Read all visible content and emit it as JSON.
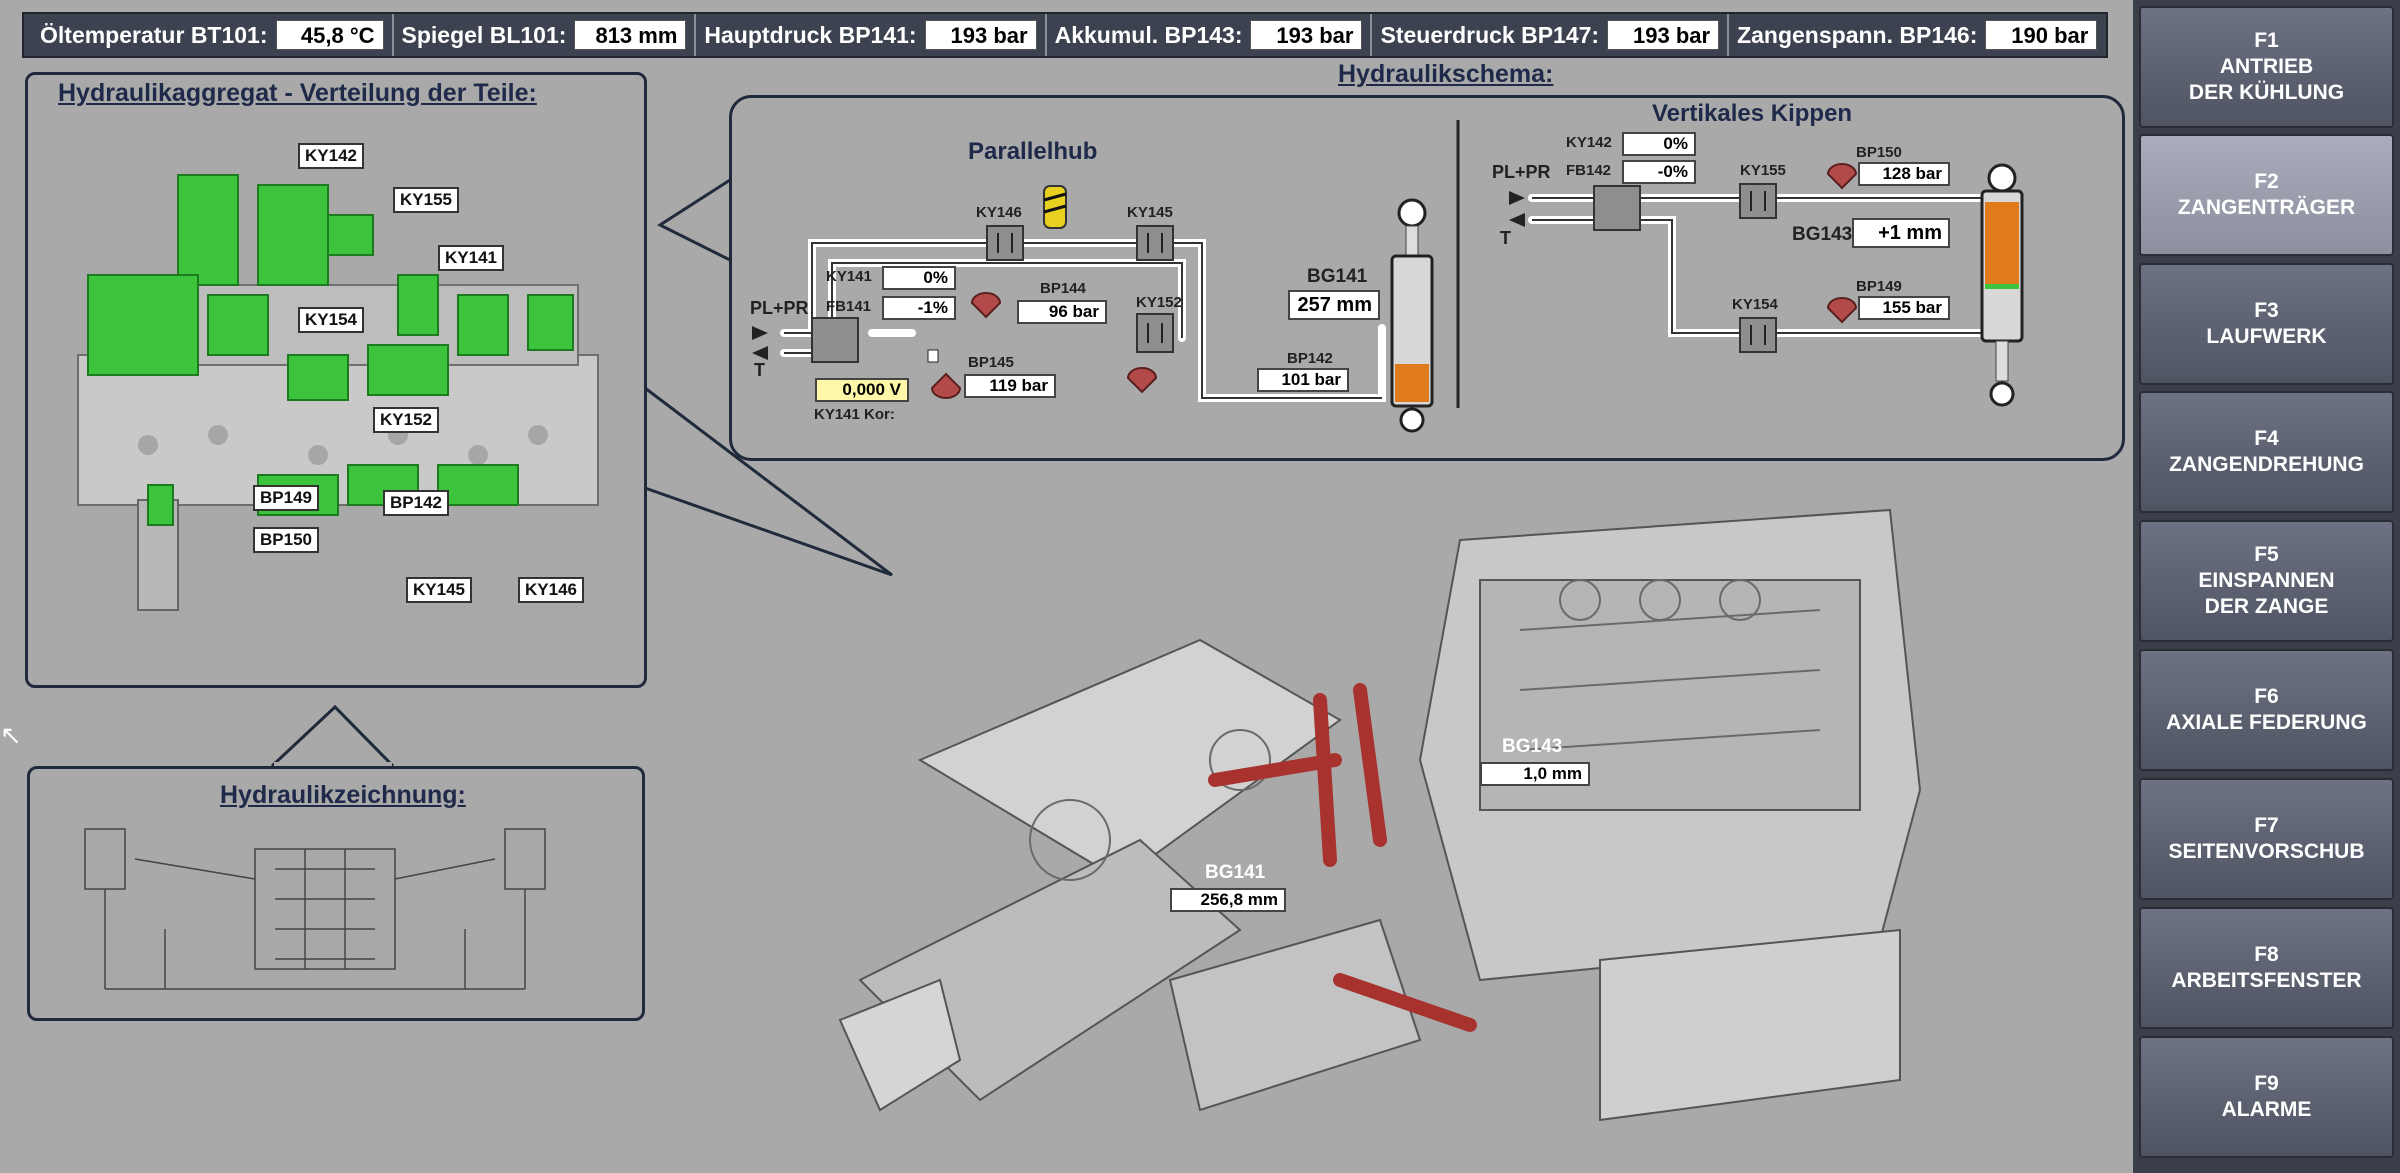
{
  "status_bar": [
    {
      "label": "Öltemperatur BT101:",
      "value": "45,8 °C"
    },
    {
      "label": "Spiegel BL101:",
      "value": "813 mm"
    },
    {
      "label": "Hauptdruck BP141:",
      "value": "193 bar"
    },
    {
      "label": "Akkumul. BP143:",
      "value": "193 bar"
    },
    {
      "label": "Steuerdruck BP147:",
      "value": "193 bar"
    },
    {
      "label": "Zangenspann. BP146:",
      "value": "190 bar"
    }
  ],
  "menu": [
    {
      "key": "F1",
      "line1": "ANTRIEB",
      "line2": "DER KÜHLUNG",
      "active": false
    },
    {
      "key": "F2",
      "line1": "ZANGENTRÄGER",
      "line2": "",
      "active": true
    },
    {
      "key": "F3",
      "line1": "LAUFWERK",
      "line2": "",
      "active": false
    },
    {
      "key": "F4",
      "line1": "ZANGENDREHUNG",
      "line2": "",
      "active": false
    },
    {
      "key": "F5",
      "line1": "EINSPANNEN",
      "line2": "DER ZANGE",
      "active": false
    },
    {
      "key": "F6",
      "line1": "AXIALE FEDERUNG",
      "line2": "",
      "active": false
    },
    {
      "key": "F7",
      "line1": "SEITENVORSCHUB",
      "line2": "",
      "active": false
    },
    {
      "key": "F8",
      "line1": "ARBEITSFENSTER",
      "line2": "",
      "active": false
    },
    {
      "key": "F9",
      "line1": "ALARME",
      "line2": "",
      "active": false
    }
  ],
  "aggregate": {
    "title": "Hydraulikaggregat - Verteilung der Teile:",
    "tags": {
      "ky142": "KY142",
      "ky155": "KY155",
      "ky141": "KY141",
      "ky154": "KY154",
      "ky152": "KY152",
      "bp149": "BP149",
      "bp142": "BP142",
      "bp150": "BP150",
      "ky145": "KY145",
      "ky146": "KY146"
    }
  },
  "drawing": {
    "title": "Hydraulikzeichnung:"
  },
  "schema": {
    "title": "Hydraulikschema:",
    "parallel": {
      "title": "Parallelhub",
      "ky146": "KY146",
      "ky145": "KY145",
      "ky141_label": "KY141",
      "ky141_value": "0%",
      "fb141_label": "FB141",
      "fb141_value": "-1%",
      "bp144_label": "BP144",
      "bp144_value": "96 bar",
      "ky152": "KY152",
      "bp145_label": "BP145",
      "bp145_value": "119 bar",
      "kor_value": "0,000 V",
      "kor_label": "KY141 Kor:",
      "bp142_label": "BP142",
      "bp142_value": "101 bar",
      "bg141_label": "BG141",
      "bg141_value": "257 mm",
      "pin": "PL+PR",
      "t": "T"
    },
    "kippen": {
      "title": "Vertikales Kippen",
      "ky142_label": "KY142",
      "ky142_value": "0%",
      "fb142_label": "FB142",
      "fb142_value": "-0%",
      "ky155": "KY155",
      "bp150_label": "BP150",
      "bp150_value": "128 bar",
      "bg143_label": "BG143",
      "bg143_value": "+1 mm",
      "ky154": "KY154",
      "bp149_label": "BP149",
      "bp149_value": "155 bar",
      "pin": "PL+PR",
      "t": "T"
    }
  },
  "machine": {
    "bg143_label": "BG143",
    "bg143_value": "1,0 mm",
    "bg141_label": "BG141",
    "bg141_value": "256,8 mm"
  }
}
